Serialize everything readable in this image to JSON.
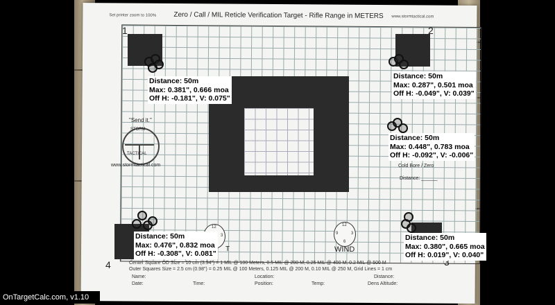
{
  "target": {
    "small_print": "Set printer zoom to 100%",
    "title": "Zero  /  Call  /  MIL Reticle Verification Target - Rifle Range in METERS",
    "website_top": "www.stormtactical.com",
    "corner_numbers": [
      "1",
      "2",
      "4",
      "3"
    ],
    "logo_quote": "\"Send it.\"",
    "logo_text_top": "STORM",
    "logo_text_bottom": "TACTICAL",
    "website_side": "www.stormtactical.com",
    "cold_bore": "Cold Bore / Zero",
    "distance_field": "Distance: ______",
    "dial_left_label": "T",
    "dial_right_label": "WIND",
    "dial_top": "12",
    "dial_bottom": "6",
    "dial_left": "9",
    "dial_right": "3",
    "footer_line1": "Center Square OD Size = 10 cm (3.94\") = 1 MIL @ 100 Meters, 0.5 MIL @ 200 M,  0.25 MIL @ 400 M, 0.2 MIL @ 500 M",
    "footer_line2": "Outer Squares Size = 2.5 cm (0.98\") = 0.25 MIL @ 100 Meters, 0.125 MIL @ 200 M, 0.10 MIL @ 250 M,  Grid Lines = 1 cm",
    "fields_row1": [
      "Name:",
      "Location:",
      "Distance:"
    ],
    "fields_row2": [
      "Date:",
      "Time:",
      "Position:",
      "Temp:",
      "Dens Altitude:"
    ]
  },
  "groups": [
    {
      "distance": "Distance: 50m",
      "max": "Max: 0.381\", 0.666 moa",
      "off": "Off H: -0.181\", V: 0.075\""
    },
    {
      "distance": "Distance: 50m",
      "max": "Max: 0.287\", 0.501 moa",
      "off": "Off H: -0.049\", V: 0.039\""
    },
    {
      "distance": "Distance: 50m",
      "max": "Max: 0.448\", 0.783 moa",
      "off": "Off H: -0.092\", V: -0.006\""
    },
    {
      "distance": "Distance: 50m",
      "max": "Max: 0.476\", 0.832 moa",
      "off": "Off H: -0.308\", V: 0.081\""
    },
    {
      "distance": "Distance: 50m",
      "max": "Max: 0.380\", 0.665 moa",
      "off": "Off H: 0.019\", V: 0.040\""
    }
  ],
  "app": {
    "badge": "OnTargetCalc.com, v1.10"
  }
}
